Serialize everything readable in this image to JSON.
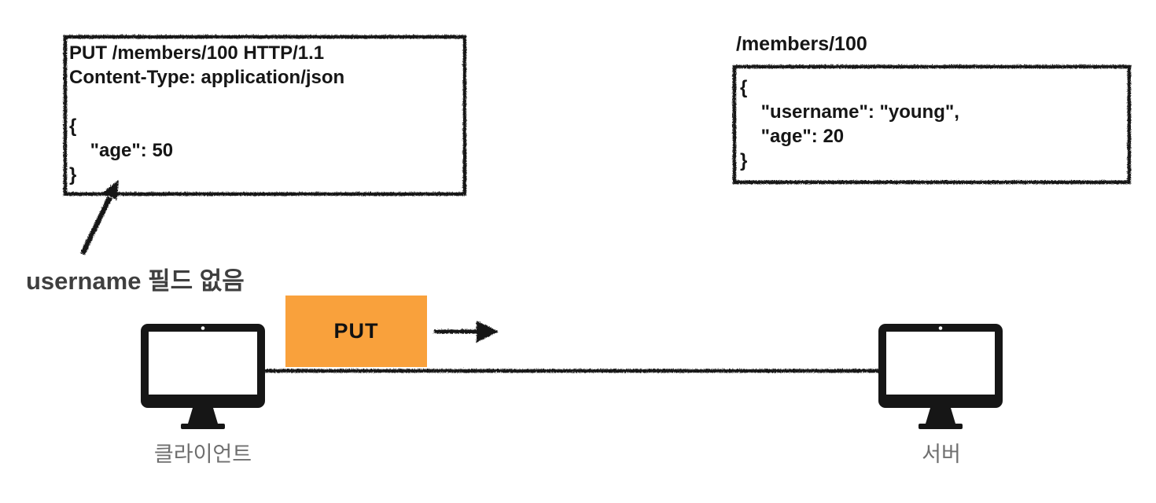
{
  "request_box": {
    "content": "PUT /members/100 HTTP/1.1\nContent-Type: application/json\n\n{\n    \"age\": 50\n}"
  },
  "resource_box": {
    "path_label": "/members/100",
    "content": "{\n    \"username\": \"young\",\n    \"age\": 20\n}"
  },
  "annotation": {
    "text": "username 필드 없음"
  },
  "method_badge": {
    "label": "PUT"
  },
  "nodes": {
    "client_label": "클라이언트",
    "server_label": "서버"
  },
  "icons": {
    "client": "monitor-icon",
    "server": "monitor-icon",
    "request_direction": "arrow-right-icon",
    "annotation_pointer": "arrow-up-right-icon"
  },
  "colors": {
    "method_badge_bg": "#F9A13C",
    "ink": "#161616",
    "node_label": "#6F6F6F",
    "annotation_text": "#3F3F3F",
    "background": "#FFFFFF"
  }
}
